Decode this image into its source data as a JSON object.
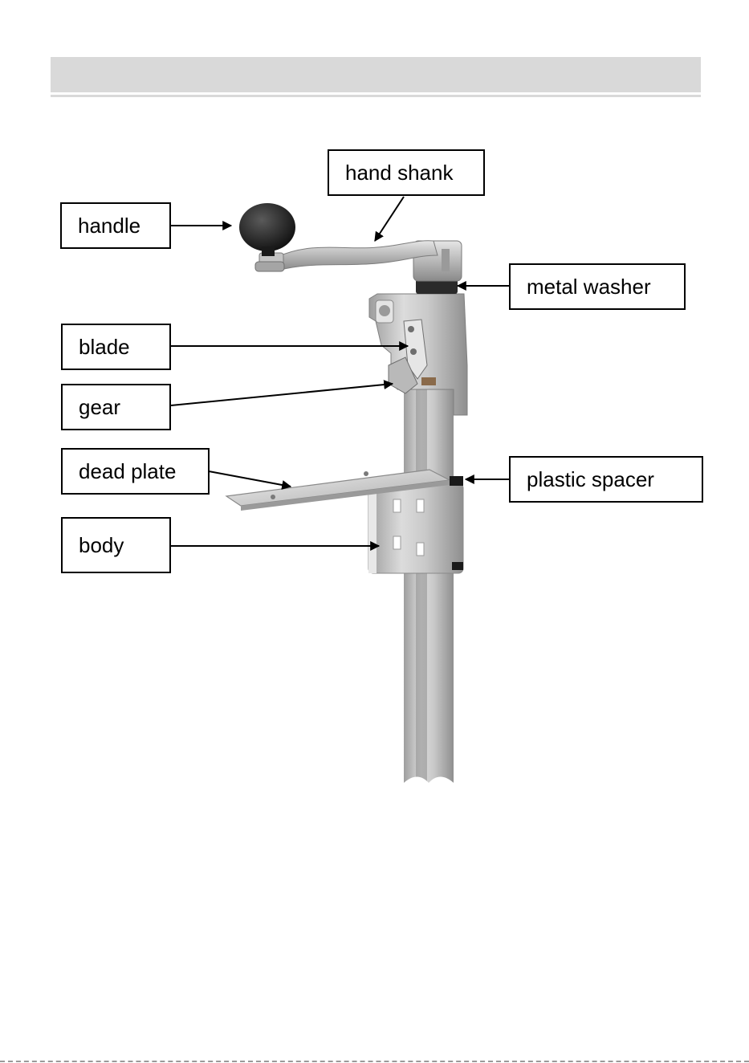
{
  "labels": {
    "hand_shank": "hand shank",
    "handle": "handle",
    "metal_washer": "metal washer",
    "blade": "blade",
    "gear": "gear",
    "dead_plate": "dead plate",
    "plastic_spacer": "plastic spacer",
    "body": "body"
  },
  "colors": {
    "header": "#d9d9d9",
    "steel_light": "#d8d8d8",
    "steel_mid": "#b3b3b3",
    "steel_dark": "#8c8c8c",
    "knob": "#1e1e1e",
    "line": "#000000"
  }
}
